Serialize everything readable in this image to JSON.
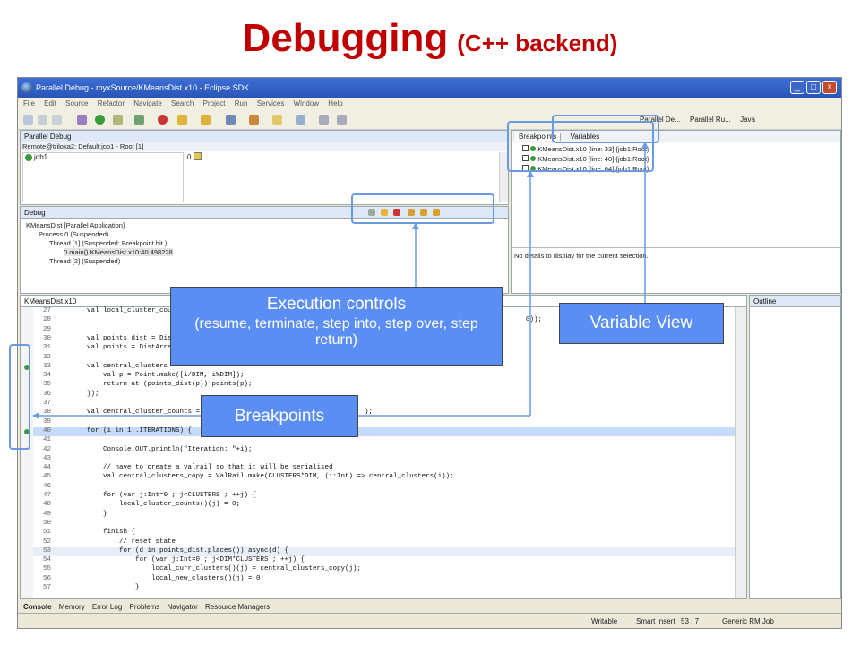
{
  "slide": {
    "title_main": "Debugging",
    "title_sub": "(C++ backend)"
  },
  "window": {
    "title": "Parallel Debug - myxSource/KMeansDist.x10 - Eclipse SDK",
    "menu": [
      "File",
      "Edit",
      "Source",
      "Refactor",
      "Navigate",
      "Search",
      "Project",
      "Run",
      "Services",
      "Window",
      "Help"
    ],
    "perspectives": [
      "Parallel De...",
      "Parallel Ru...",
      "Java"
    ]
  },
  "parallel_debug": {
    "tab": "Parallel Debug",
    "session": "Remote@triloka2: Default:job1 - Root [1]",
    "job": "job1",
    "process_zero": "0"
  },
  "debug": {
    "tab": "Debug",
    "tree": [
      "KMeansDist [Parallel Application]",
      "Process 0 (Suspended)",
      "Thread [1] (Suspended: Breakpoint hit.)",
      "0 main() KMeansDist.x10:40 498228",
      "Thread [2] (Suspended)"
    ]
  },
  "breakpoints": {
    "tab_breakpoints": "Breakpoints",
    "tab_variables": "Variables",
    "items": [
      "KMeansDist.x10 [line: 33] {job1:Root}",
      "KMeansDist.x10 [line: 40] {job1:Root}",
      "KMeansDist.x10 [line: 64] {job1:Root}"
    ],
    "details": "No details to display for the current selection."
  },
  "editor": {
    "tab": "KMeansDist.x10",
    "lines": [
      {
        "n": "27",
        "t": "        val local_cluster_counts"
      },
      {
        "n": "28",
        "t": ""
      },
      {
        "n": "29",
        "t": ""
      },
      {
        "n": "30",
        "t": "        val points_dist = Dist."
      },
      {
        "n": "31",
        "t": "        val points = DistArray."
      },
      {
        "n": "32",
        "t": ""
      },
      {
        "n": "33",
        "t": "        val central_clusters = "
      },
      {
        "n": "34",
        "t": "            val p = Point.make([i/DIM, i%DIM]);"
      },
      {
        "n": "35",
        "t": "            return at (points_dist(p)) points(p);"
      },
      {
        "n": "36",
        "t": "        });"
      },
      {
        "n": "37",
        "t": ""
      },
      {
        "n": "38",
        "t": "        val central_cluster_counts = R"
      },
      {
        "n": "39",
        "t": ""
      },
      {
        "n": "40",
        "t": "        for (i in 1..ITERATIONS) {"
      },
      {
        "n": "41",
        "t": ""
      },
      {
        "n": "42",
        "t": "            Console.OUT.println(\"Iteration: \"+i);"
      },
      {
        "n": "43",
        "t": ""
      },
      {
        "n": "44",
        "t": "            // have to create a valrail so that it will be serialised"
      },
      {
        "n": "45",
        "t": "            val central_clusters_copy = ValRail.make(CLUSTERS*DIM, (i:Int) => central_clusters(i));"
      },
      {
        "n": "46",
        "t": ""
      },
      {
        "n": "47",
        "t": "            for (var j:Int=0 ; j<CLUSTERS ; ++j) {"
      },
      {
        "n": "48",
        "t": "                local_cluster_counts()(j) = 0;"
      },
      {
        "n": "49",
        "t": "            }"
      },
      {
        "n": "50",
        "t": ""
      },
      {
        "n": "51",
        "t": "            finish {"
      },
      {
        "n": "52",
        "t": "                // reset state"
      },
      {
        "n": "53",
        "t": "                for (d in points_dist.places()) async(d) {"
      },
      {
        "n": "54",
        "t": "                    for (var j:Int=0 ; j<DIM*CLUSTERS ; ++j) {"
      },
      {
        "n": "55",
        "t": "                        local_curr_clusters()(j) = central_clusters_copy(j);"
      },
      {
        "n": "56",
        "t": "                        local_new_clusters()(j) = 0;"
      },
      {
        "n": "57",
        "t": "                    }"
      }
    ],
    "line27_tail": "0));",
    "line38_tail": ");"
  },
  "outline": {
    "tab": "Outline"
  },
  "bottom_tabs": [
    "Console",
    "Memory",
    "Error Log",
    "Problems",
    "Navigator",
    "Resource Managers"
  ],
  "status": {
    "writable": "Writable",
    "insert": "Smart Insert",
    "pos": "53 : 7",
    "job": "Generic RM Job"
  },
  "callouts": {
    "exec_title": "Execution controls",
    "exec_detail": "(resume, terminate, step into, step over, step return)",
    "variable_view": "Variable View",
    "breakpoints": "Breakpoints"
  }
}
